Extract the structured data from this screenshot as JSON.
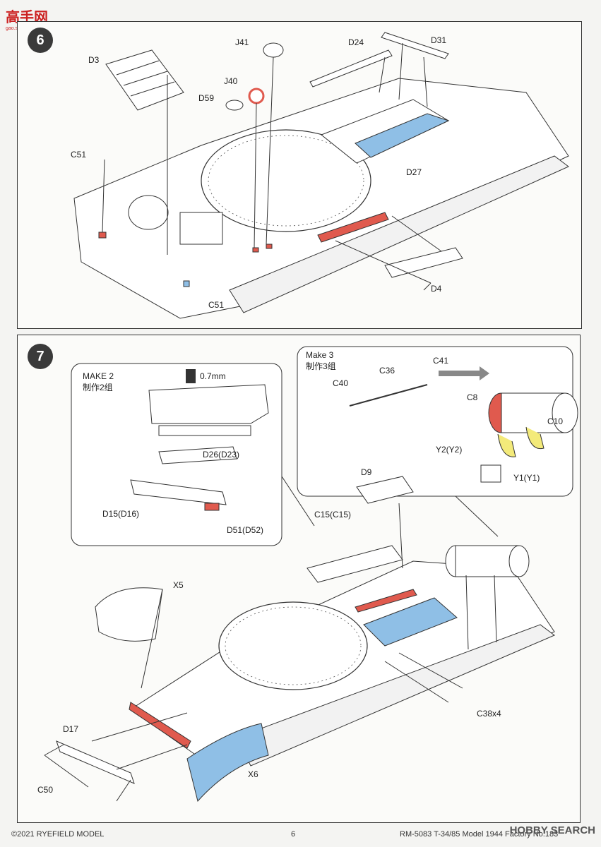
{
  "watermark": {
    "brand": "高手网",
    "url": "gao.shou.com",
    "site": "HOBBY SEARCH"
  },
  "step6": {
    "number": "6",
    "labels": {
      "D3": "D3",
      "J41": "J41",
      "D24": "D24",
      "D31": "D31",
      "J40": "J40",
      "D59": "D59",
      "C51_top": "C51",
      "C51_bottom": "C51",
      "D27": "D27",
      "D4": "D4"
    }
  },
  "step7": {
    "number": "7",
    "make2": {
      "title": "MAKE 2",
      "subtitle": "制作2组",
      "drill": "0.7mm",
      "D26": "D26(D23)",
      "D15": "D15(D16)",
      "D51": "D51(D52)"
    },
    "make3": {
      "title": "Make 3",
      "subtitle": "制作3组",
      "C36": "C36",
      "C41": "C41",
      "C40": "C40",
      "C8": "C8",
      "C10": "C10",
      "Y2": "Y2(Y2)",
      "Y1": "Y1(Y1)"
    },
    "labels": {
      "D9": "D9",
      "C15": "C15(C15)",
      "X5": "X5",
      "D17": "D17",
      "C50": "C50",
      "X6": "X6",
      "C38": "C38x4"
    }
  },
  "footer": {
    "copyright": "©2021 RYEFIELD MODEL",
    "page": "6",
    "product": "RM-5083 T-34/85 Model 1944 Factory No.183"
  },
  "colors": {
    "blue": "#8fbfe6",
    "red": "#e05a4e",
    "yellow": "#f3ea7a",
    "line": "#333333"
  }
}
